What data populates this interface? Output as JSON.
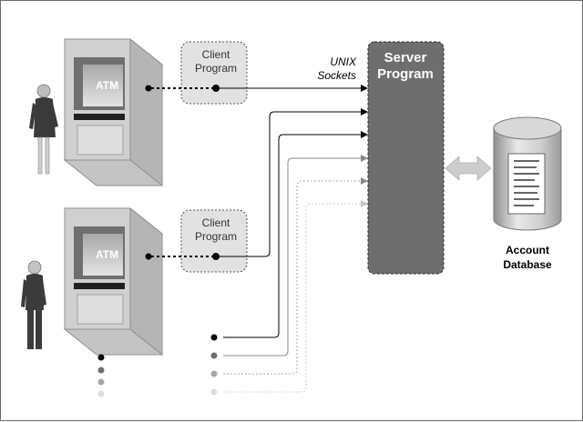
{
  "diagram": {
    "atm_top_label": "ATM",
    "atm_bottom_label": "ATM",
    "client_top": {
      "line1": "Client",
      "line2": "Program"
    },
    "client_bottom": {
      "line1": "Client",
      "line2": "Program"
    },
    "sockets_label": {
      "line1": "UNIX",
      "line2": "Sockets"
    },
    "server": {
      "line1": "Server",
      "line2": "Program"
    },
    "database": {
      "line1": "Account",
      "line2": "Database"
    }
  }
}
